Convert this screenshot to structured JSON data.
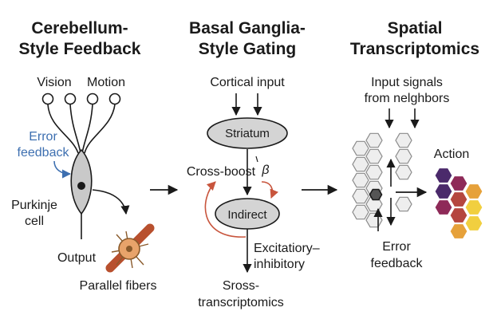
{
  "panels": {
    "cerebellum": {
      "title_line1": "Cerebellum-",
      "title_line2": "Style Feedback",
      "vision": "Vision",
      "motion": "Motion",
      "error_line1": "Error",
      "error_line2": "feedback",
      "purkinje_line1": "Purkinje",
      "purkinje_line2": "cell",
      "output": "Output",
      "parallel_fibers": "Parallel fibers"
    },
    "basal_ganglia": {
      "title_line1": "Basal Ganglia-",
      "title_line2": "Style Gating",
      "cortical_input": "Cortical input",
      "striatum": "Striatum",
      "cross_boost": "Cross-boost",
      "beta": "β",
      "indirect": "Indirect",
      "excit_line1": "Excitatiory–",
      "excit_line2": "inhibitory",
      "sross_line1": "Sross-",
      "sross_line2": "transcriptomics"
    },
    "spatial": {
      "title_line1": "Spatial",
      "title_line2": "Transcriptomics",
      "input_line1": "Input signals",
      "input_line2": "from nelghbors",
      "action": "Action",
      "error_line1": "Error",
      "error_line2": "feedback"
    }
  },
  "colors": {
    "error_blue": "#3d6fb0",
    "node_gray": "#d4d4d4",
    "feedback_red": "#c8553d",
    "hex_purple": "#4b2a6b",
    "hex_magenta": "#8e2a58",
    "hex_red": "#b5463f",
    "hex_orange": "#e6a13a",
    "hex_yellow": "#f1cf3f",
    "fiber_brown": "#b8502e",
    "cell_orange": "#e8a36a"
  }
}
